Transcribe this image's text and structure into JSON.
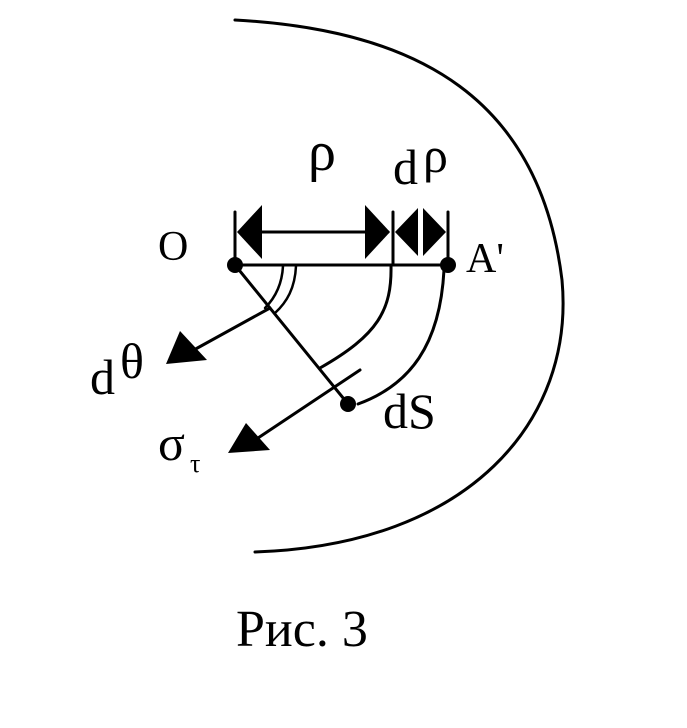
{
  "diagram": {
    "labels": {
      "origin": "O",
      "point_a": "A'",
      "rho": "ρ",
      "d_rho_d": "d",
      "d_rho_rho": "ρ",
      "d_theta_d": "d",
      "d_theta_theta": "θ",
      "sigma": "σ",
      "sigma_sub": "τ",
      "ds": "dS"
    },
    "caption": "Рис. 3"
  }
}
